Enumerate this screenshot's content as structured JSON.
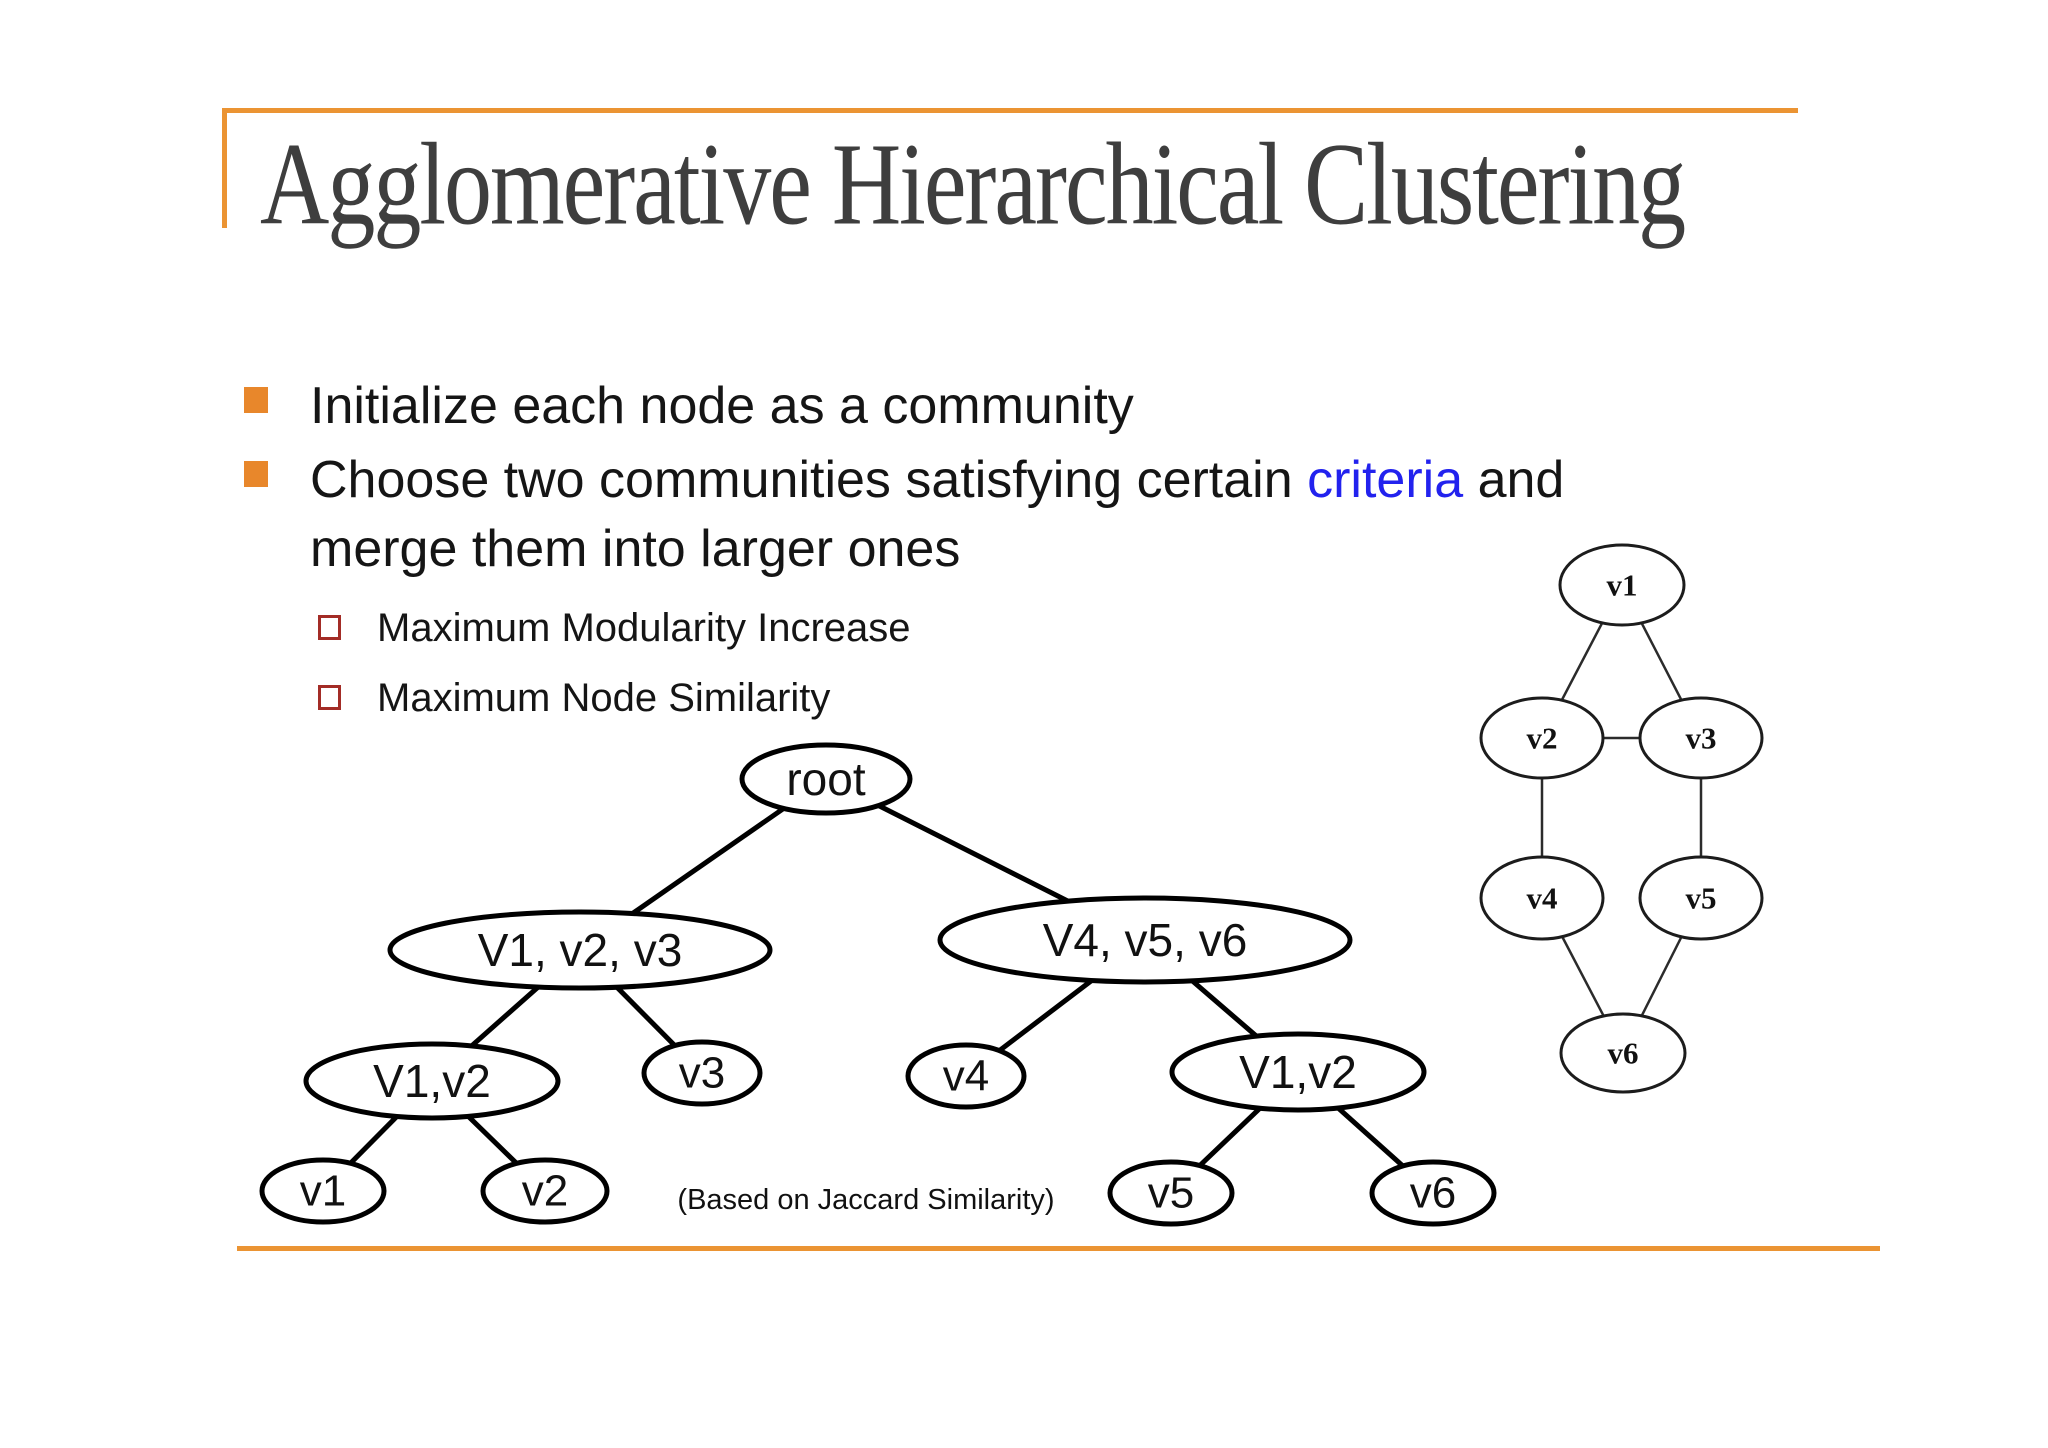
{
  "slide": {
    "title": "Agglomerative Hierarchical Clustering",
    "bullet1": "Initialize each node as a community",
    "bullet2": {
      "pre": "Choose two communities satisfying certain ",
      "highlight": "criteria",
      "post": " and",
      "line2": "merge them into larger ones"
    },
    "sub_bullets": [
      "Maximum Modularity Increase",
      "Maximum Node Similarity"
    ],
    "caption": "(Based on Jaccard Similarity)"
  },
  "colors": {
    "accent_orange": "#E8872B",
    "border_orange": "#EB9433",
    "sub_bullet_red": "#A32C26",
    "highlight_blue": "#2222EE",
    "title_gray": "#3E3E3E"
  },
  "dendrogram": {
    "nodes": [
      "root",
      "V1, v2, v3",
      "V4, v5, v6",
      "V1,v2",
      "v3",
      "v4",
      "V1,v2",
      "v1",
      "v2",
      "v5",
      "v6"
    ],
    "edges": [
      [
        "root",
        "V1, v2, v3"
      ],
      [
        "root",
        "V4, v5, v6"
      ],
      [
        "V1, v2, v3",
        "V1,v2"
      ],
      [
        "V1, v2, v3",
        "v3"
      ],
      [
        "V4, v5, v6",
        "v4"
      ],
      [
        "V4, v5, v6",
        "V1,v2"
      ],
      [
        "V1,v2",
        "v1"
      ],
      [
        "V1,v2",
        "v2"
      ],
      [
        "V1,v2",
        "v5"
      ],
      [
        "V1,v2",
        "v6"
      ]
    ]
  },
  "graph": {
    "nodes": [
      "v1",
      "v2",
      "v3",
      "v4",
      "v5",
      "v6"
    ],
    "edges": [
      [
        "v1",
        "v2"
      ],
      [
        "v1",
        "v3"
      ],
      [
        "v2",
        "v3"
      ],
      [
        "v2",
        "v4"
      ],
      [
        "v3",
        "v5"
      ],
      [
        "v4",
        "v6"
      ],
      [
        "v5",
        "v6"
      ]
    ]
  }
}
